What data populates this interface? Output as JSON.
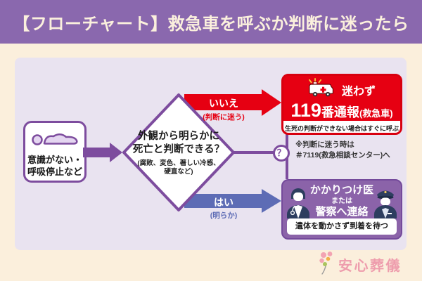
{
  "header": {
    "title": "【フローチャート】救急車を呼ぶか判断に迷ったら"
  },
  "flow": {
    "start": {
      "line1": "意識がない・",
      "line2": "呼吸停止など",
      "icon": "lying-person-icon"
    },
    "decision": {
      "line1": "外観から明らかに",
      "line2": "死亡と判断できる？",
      "detail1": "(腐敗、変色、著しい冷感、",
      "detail2": "硬直など)"
    },
    "branch_no": {
      "label": "いいえ",
      "note": "(判断に迷う)"
    },
    "branch_yes": {
      "label": "はい",
      "note": "(明らか)"
    },
    "call119": {
      "lead": "迷わず",
      "number": "119",
      "suffix": "番通報",
      "paren": "(救急車)",
      "footnote": "生死の判断ができない場合はすぐに呼ぶ",
      "icon": "ambulance-icon"
    },
    "consult": {
      "mark": "？",
      "line1": "※判断に迷う時は",
      "line2": "＃7119(救急相談センター)へ"
    },
    "contact": {
      "line1": "かかりつけ医",
      "line2": "または",
      "line3": "警察へ連絡",
      "footnote": "遺体を動かさず到着を待つ",
      "icon_left": "doctor-icon",
      "icon_right": "police-officer-icon"
    }
  },
  "footer": {
    "brand": "安心葬儀"
  },
  "colors": {
    "header_bg": "#8a68ae",
    "page_bg": "#fbefdc",
    "card_bg": "#e9e3f0",
    "purple": "#7d4c9e",
    "red": "#e60012",
    "red_dark": "#d8000f",
    "blue": "#5d6cb5",
    "box_purple": "#8b63a9",
    "box_purple_border": "#744a9b",
    "cream_text": "#fbf0dd",
    "logo_pink": "#ee9dad",
    "ink": "#1a1a1a"
  }
}
